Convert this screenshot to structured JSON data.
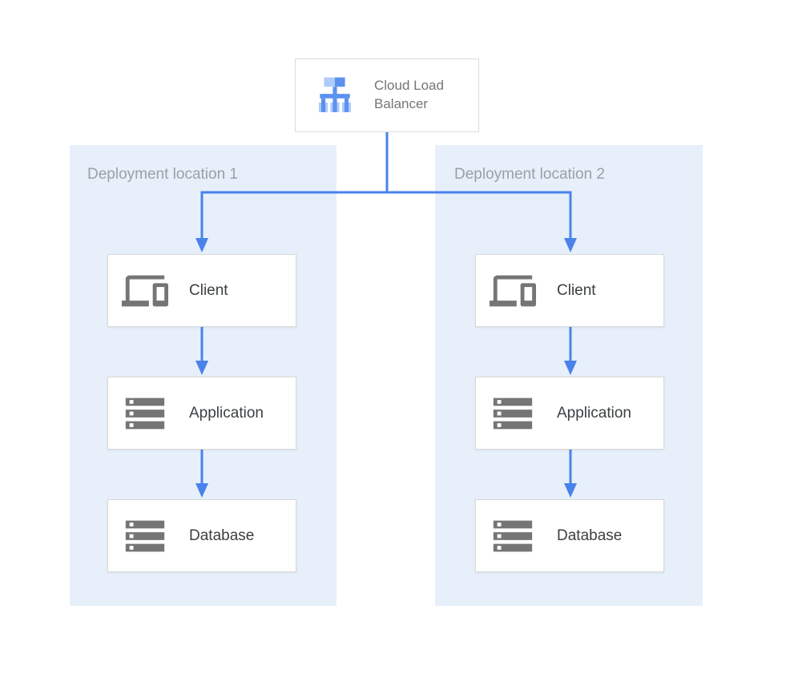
{
  "load_balancer": {
    "label": "Cloud Load Balancer",
    "icon": "load-balancer-icon"
  },
  "locations": [
    {
      "label": "Deployment location 1",
      "nodes": [
        {
          "label": "Client",
          "icon": "devices-icon"
        },
        {
          "label": "Application",
          "icon": "server-stack-icon"
        },
        {
          "label": "Database",
          "icon": "server-stack-icon"
        }
      ]
    },
    {
      "label": "Deployment location 2",
      "nodes": [
        {
          "label": "Client",
          "icon": "devices-icon"
        },
        {
          "label": "Application",
          "icon": "server-stack-icon"
        },
        {
          "label": "Database",
          "icon": "server-stack-icon"
        }
      ]
    }
  ],
  "colors": {
    "panel_bg": "#e6effa",
    "arrow_blue": "#4a82ec",
    "icon_gray": "#757575",
    "icon_blue_light": "#aecbfa",
    "icon_blue_strong": "#5b92f0",
    "box_border": "#d9d9d9",
    "location_label_gray": "#9aa0a6",
    "node_label_color": "#3c4043",
    "lb_label_gray": "#757575"
  }
}
